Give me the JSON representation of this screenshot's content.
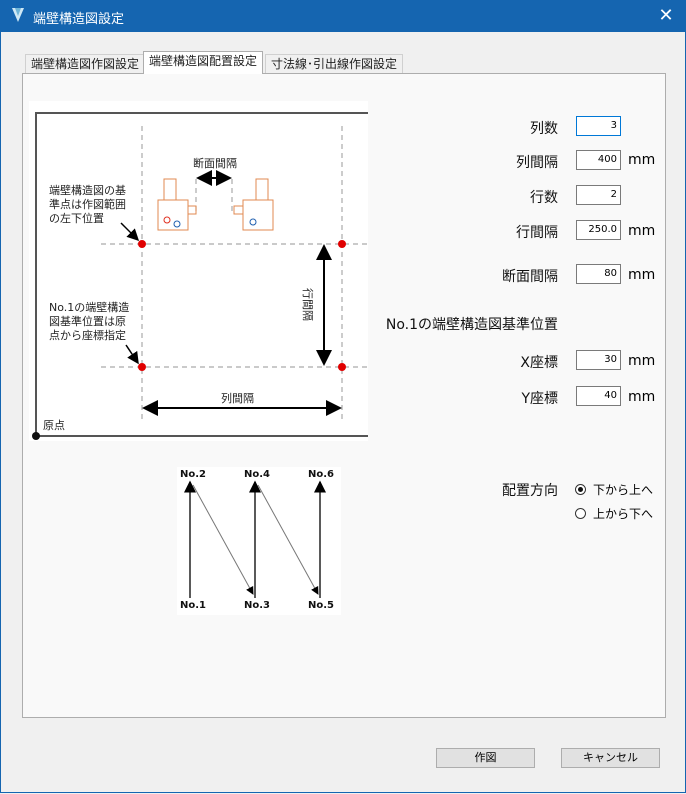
{
  "window": {
    "title": "端壁構造図設定",
    "close": "✕"
  },
  "tabs": [
    "端壁構造図作図設定",
    "端壁構造図配置設定",
    "寸法線･引出線作図設定"
  ],
  "diagram": {
    "section_gap": "断面間隔",
    "note1": [
      "端壁構造図の基",
      "準点は作図範囲",
      "の左下位置"
    ],
    "note2": [
      "No.1の端壁構造",
      "図基準位置は原",
      "点から座標指定"
    ],
    "row_gap": "行間隔",
    "col_gap": "列間隔",
    "origin": "原点"
  },
  "order": {
    "labels": [
      "No.1",
      "No.2",
      "No.3",
      "No.4",
      "No.5",
      "No.6"
    ]
  },
  "form": {
    "cols": {
      "label": "列数",
      "value": "3"
    },
    "col_gap": {
      "label": "列間隔",
      "value": "400",
      "unit": "mm"
    },
    "rows": {
      "label": "行数",
      "value": "2"
    },
    "row_gap": {
      "label": "行間隔",
      "value": "250.0",
      "unit": "mm"
    },
    "section_gap": {
      "label": "断面間隔",
      "value": "80",
      "unit": "mm"
    },
    "base_heading": "No.1の端壁構造図基準位置",
    "x": {
      "label": "X座標",
      "value": "30",
      "unit": "mm"
    },
    "y": {
      "label": "Y座標",
      "value": "40",
      "unit": "mm"
    },
    "direction": {
      "label": "配置方向",
      "options": [
        "下から上へ",
        "上から下へ"
      ],
      "selected": 0
    }
  },
  "buttons": {
    "draw": "作図",
    "cancel": "キャンセル"
  }
}
